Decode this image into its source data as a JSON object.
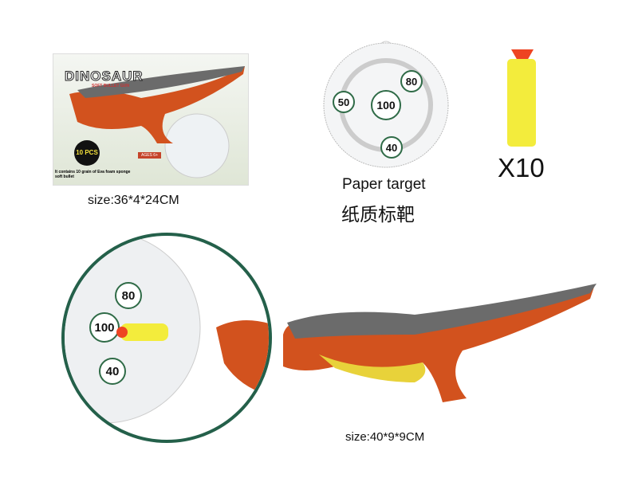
{
  "package": {
    "brand": "DINOSAUR",
    "subtitle": "SOFT BULLET GUN",
    "count_badge": "10 PCS",
    "age": "AGES 6+",
    "note": "It contains 10 grain of Eva foam sponge soft bullet",
    "size": "size:36*4*24CM"
  },
  "target": {
    "scores": [
      "80",
      "50",
      "100",
      "40"
    ],
    "label_en": "Paper target",
    "label_zh": "纸质标靶"
  },
  "bullet": {
    "quantity": "X10"
  },
  "toy": {
    "zoom_scores": [
      "80",
      "100",
      "40"
    ],
    "size": "size:40*9*9CM"
  },
  "colors": {
    "dino_body": "#d2521e",
    "dino_back": "#6b6b6b",
    "dino_belly": "#e8d23a",
    "bullet": "#f3ec3c",
    "tip": "#ee4422",
    "target_ring": "#2f6b47",
    "circle_border": "#24604a"
  }
}
